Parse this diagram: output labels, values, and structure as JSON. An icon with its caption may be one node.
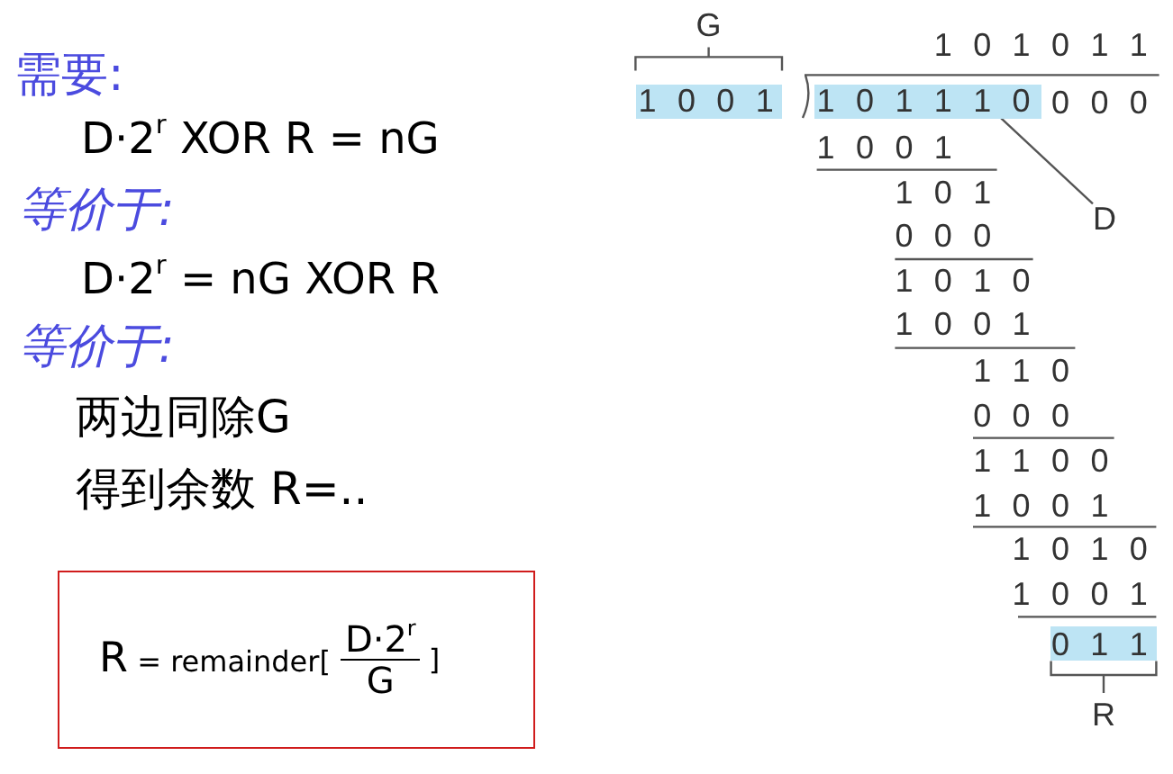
{
  "diagram": {
    "nodes": [
      {
        "text": [
          "R = remainder[",
          "D·2$^{r}$",
          "G",
          "]"
        ]
      },
      {
        "text": [
          "1 0 0 1"
        ]
      },
      {
        "text": [
          "1 0 1 1 1 0"
        ]
      },
      {
        "text": [
          "D"
        ]
      },
      {
        "text": [
          "0 1 1"
        ]
      }
    ],
    "edges": [
      {
        "from": 3,
        "to": 2,
        "arrow": "none"
      }
    ],
    "labels": [
      "需要:",
      "D·2$^{r}$ XOR R = nG",
      "等价于:",
      "D·2$^{r}$ = nG XOR R",
      "等价于:",
      "两边同除G",
      "得到余数 R=..",
      "G",
      "1 0 1 0 1 1",
      "0 0 0",
      "1 0 0 1",
      "1 0 1",
      "0 0 0",
      "1 0 1 0",
      "1 0 0 1",
      "1 1 0",
      "0 0 0",
      "1 1 0 0",
      "1 0 0 1",
      "1 0 1 0",
      "1 0 0 1",
      "R"
    ]
  }
}
